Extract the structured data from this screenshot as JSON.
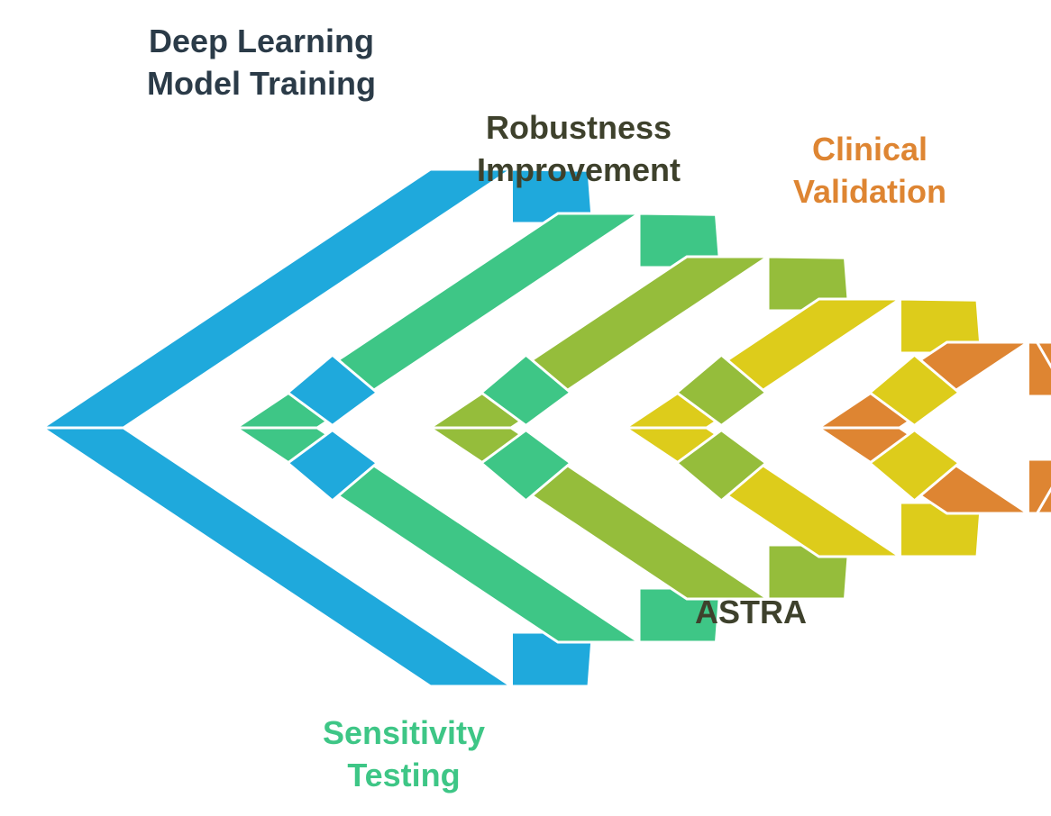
{
  "diagram": {
    "stages": [
      {
        "lines": [
          "Deep Learning",
          "Model Training"
        ],
        "color": "#1fa9dc",
        "text_color": "#2b3b48"
      },
      {
        "lines": [
          "Sensitivity",
          "Testing"
        ],
        "color": "#3ec686",
        "text_color": "#3ec686"
      },
      {
        "lines": [
          "Robustness",
          "Improvement"
        ],
        "color": "#95bd3b",
        "text_color": "#3e412c"
      },
      {
        "lines": [],
        "color": "#ddcc1b",
        "text_color": "#3e412c"
      },
      {
        "lines": [
          "Clinical",
          "Validation"
        ],
        "color": "#de8532",
        "text_color": "#de8532"
      }
    ],
    "center_label": "ASTRA",
    "center_label_color": "#3e412c"
  }
}
